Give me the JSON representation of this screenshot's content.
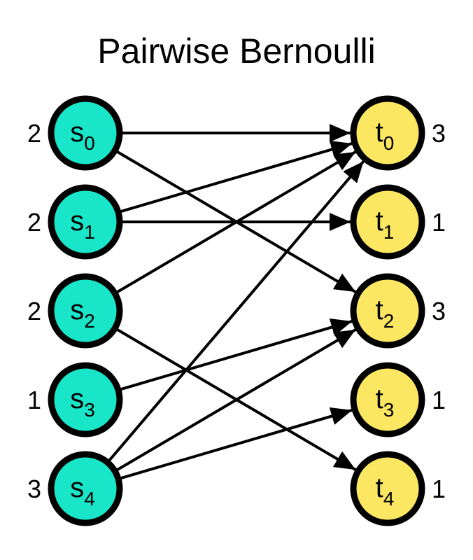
{
  "title": "Pairwise Bernoulli",
  "colors": {
    "source_fill": "#19e6c8",
    "target_fill": "#fce762",
    "stroke": "#000000"
  },
  "sources": [
    {
      "id": "s0",
      "base": "s",
      "sub": "0",
      "degree": "2"
    },
    {
      "id": "s1",
      "base": "s",
      "sub": "1",
      "degree": "2"
    },
    {
      "id": "s2",
      "base": "s",
      "sub": "2",
      "degree": "2"
    },
    {
      "id": "s3",
      "base": "s",
      "sub": "3",
      "degree": "1"
    },
    {
      "id": "s4",
      "base": "s",
      "sub": "4",
      "degree": "3"
    }
  ],
  "targets": [
    {
      "id": "t0",
      "base": "t",
      "sub": "0",
      "degree": "3"
    },
    {
      "id": "t1",
      "base": "t",
      "sub": "1",
      "degree": "1"
    },
    {
      "id": "t2",
      "base": "t",
      "sub": "2",
      "degree": "3"
    },
    {
      "id": "t3",
      "base": "t",
      "sub": "3",
      "degree": "1"
    },
    {
      "id": "t4",
      "base": "t",
      "sub": "4",
      "degree": "1"
    }
  ],
  "edges": [
    {
      "from": "s0",
      "to": "t0"
    },
    {
      "from": "s0",
      "to": "t2"
    },
    {
      "from": "s1",
      "to": "t0"
    },
    {
      "from": "s1",
      "to": "t1"
    },
    {
      "from": "s2",
      "to": "t0"
    },
    {
      "from": "s2",
      "to": "t4"
    },
    {
      "from": "s3",
      "to": "t2"
    },
    {
      "from": "s4",
      "to": "t0"
    },
    {
      "from": "s4",
      "to": "t2"
    },
    {
      "from": "s4",
      "to": "t3"
    }
  ]
}
